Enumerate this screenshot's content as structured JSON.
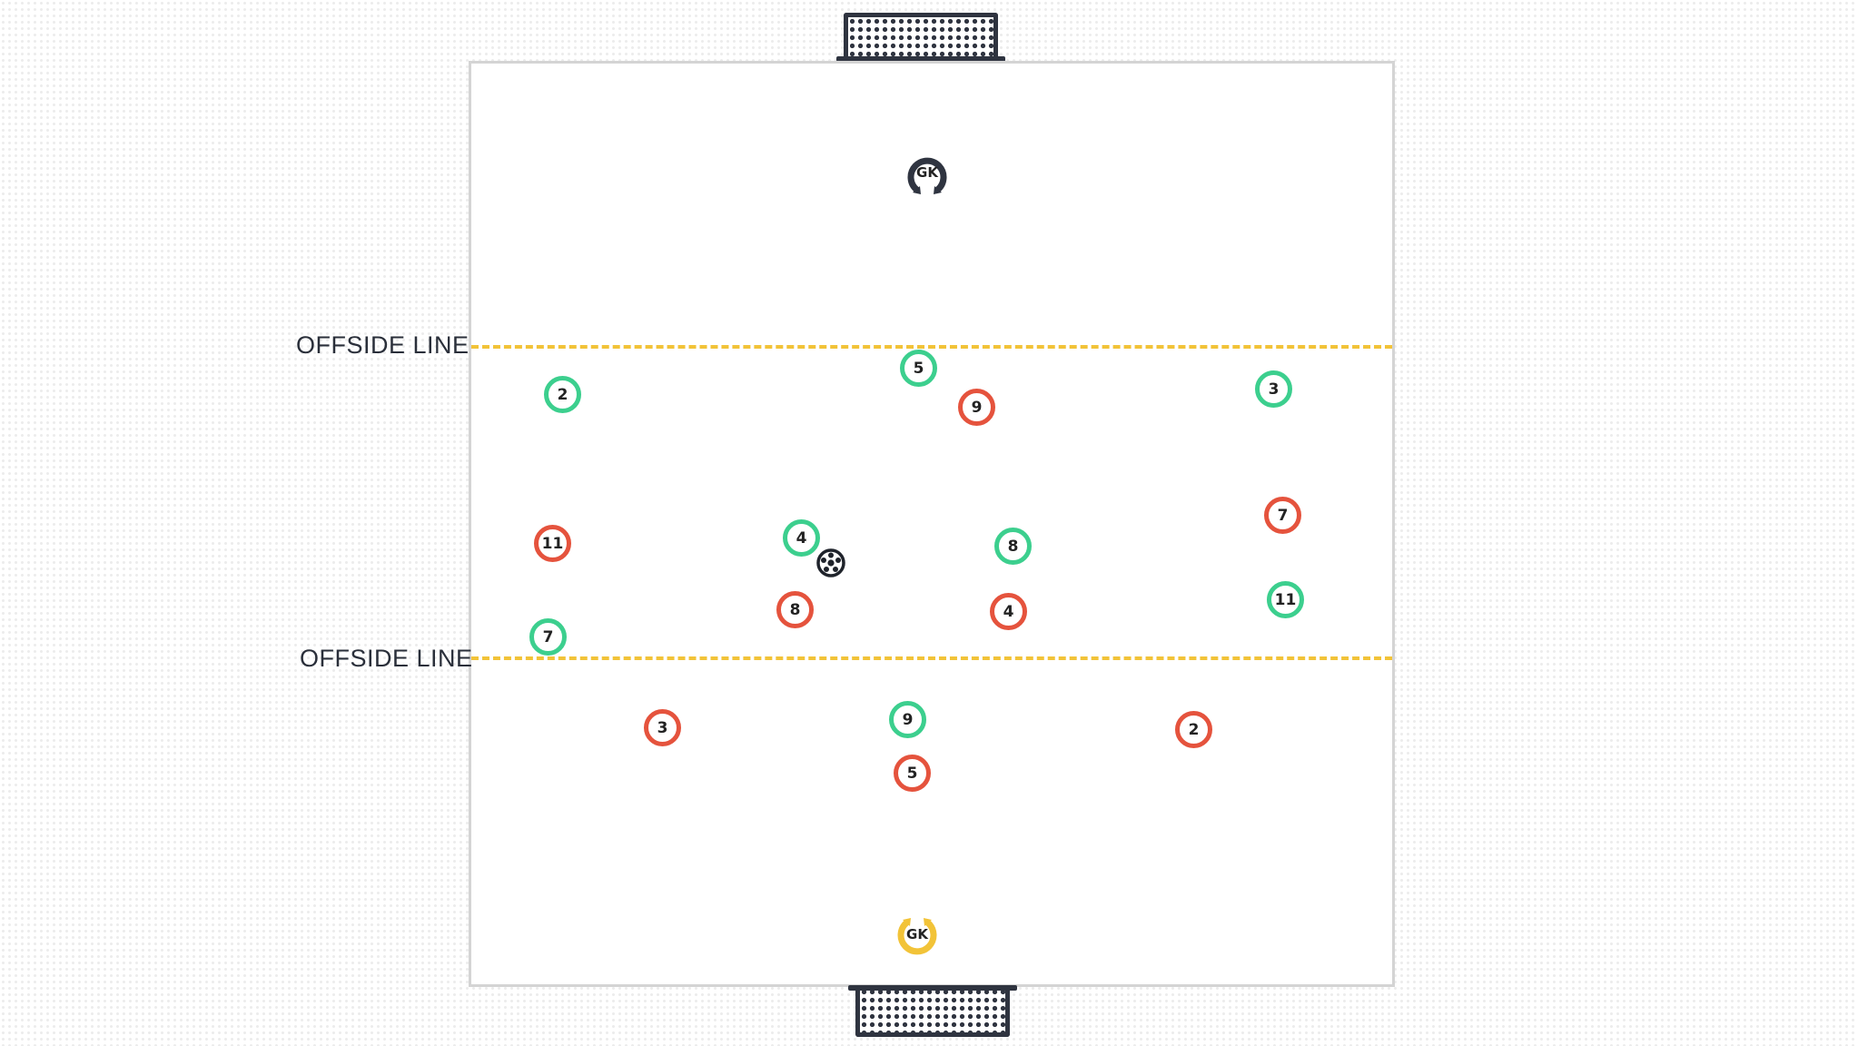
{
  "colors": {
    "home_team": "#3ccf8e",
    "away_team": "#e5533d",
    "offside_line": "#f2c338",
    "goalkeeper_top": "#2f3440",
    "goalkeeper_bottom": "#f2c338"
  },
  "offside_lines": [
    {
      "label": "OFFSIDE LINE"
    },
    {
      "label": "OFFSIDE LINE"
    }
  ],
  "goalkeepers": [
    {
      "label": "GK",
      "team": "top"
    },
    {
      "label": "GK",
      "team": "bottom"
    }
  ],
  "players": {
    "green": [
      "2",
      "5",
      "3",
      "4",
      "8",
      "11",
      "7",
      "9"
    ],
    "red": [
      "9",
      "11",
      "7",
      "8",
      "4",
      "3",
      "2",
      "5"
    ]
  },
  "ball": {
    "icon": "soccer-ball-icon"
  },
  "goals": [
    {
      "icon": "goal-net-icon"
    },
    {
      "icon": "goal-net-icon"
    }
  ]
}
